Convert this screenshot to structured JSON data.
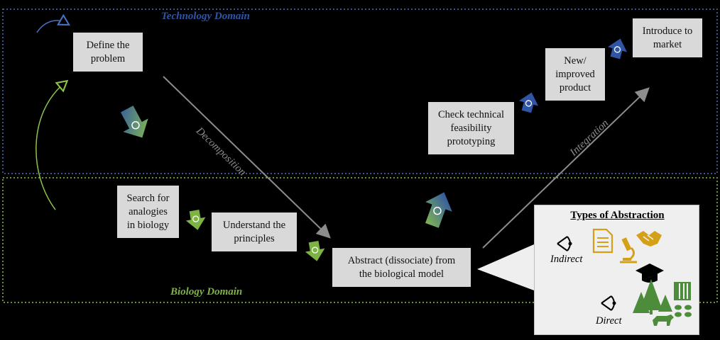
{
  "domains": {
    "technology": {
      "label": "Technology Domain",
      "color": "#2f55a4"
    },
    "biology": {
      "label": "Biology Domain",
      "color": "#7cb342"
    }
  },
  "steps": {
    "define_problem": "Define the\nproblem",
    "search_analogies": "Search for\nanalogies\nin biology",
    "understand_principles": "Understand the\nprinciples",
    "abstract_model": "Abstract (dissociate) from\nthe biological model",
    "check_feasibility": "Check technical\nfeasibility\nprototyping",
    "new_product": "New/\nimproved\nproduct",
    "introduce_market": "Introduce to\nmarket"
  },
  "flows": {
    "decomposition": "Decomposition",
    "integration": "Integration"
  },
  "abstraction_panel": {
    "title": "Types of Abstraction",
    "indirect": "Indirect",
    "direct": "Direct",
    "icons": [
      "eye-icon",
      "document-icon",
      "microscope-icon",
      "handshake-icon",
      "graduation-cap-icon",
      "eye-icon",
      "trees-icon",
      "waterfall-icon",
      "animal-icon",
      "bees-icon"
    ]
  },
  "colors": {
    "box_fill": "#d9d9d9",
    "panel_fill": "#efefef",
    "arrow_gray": "#8c8c8c",
    "icon_gold": "#d4a017",
    "nature_green": "#4c8c3a",
    "tech_blue": "#2f55a4",
    "bio_green": "#7cb342"
  }
}
